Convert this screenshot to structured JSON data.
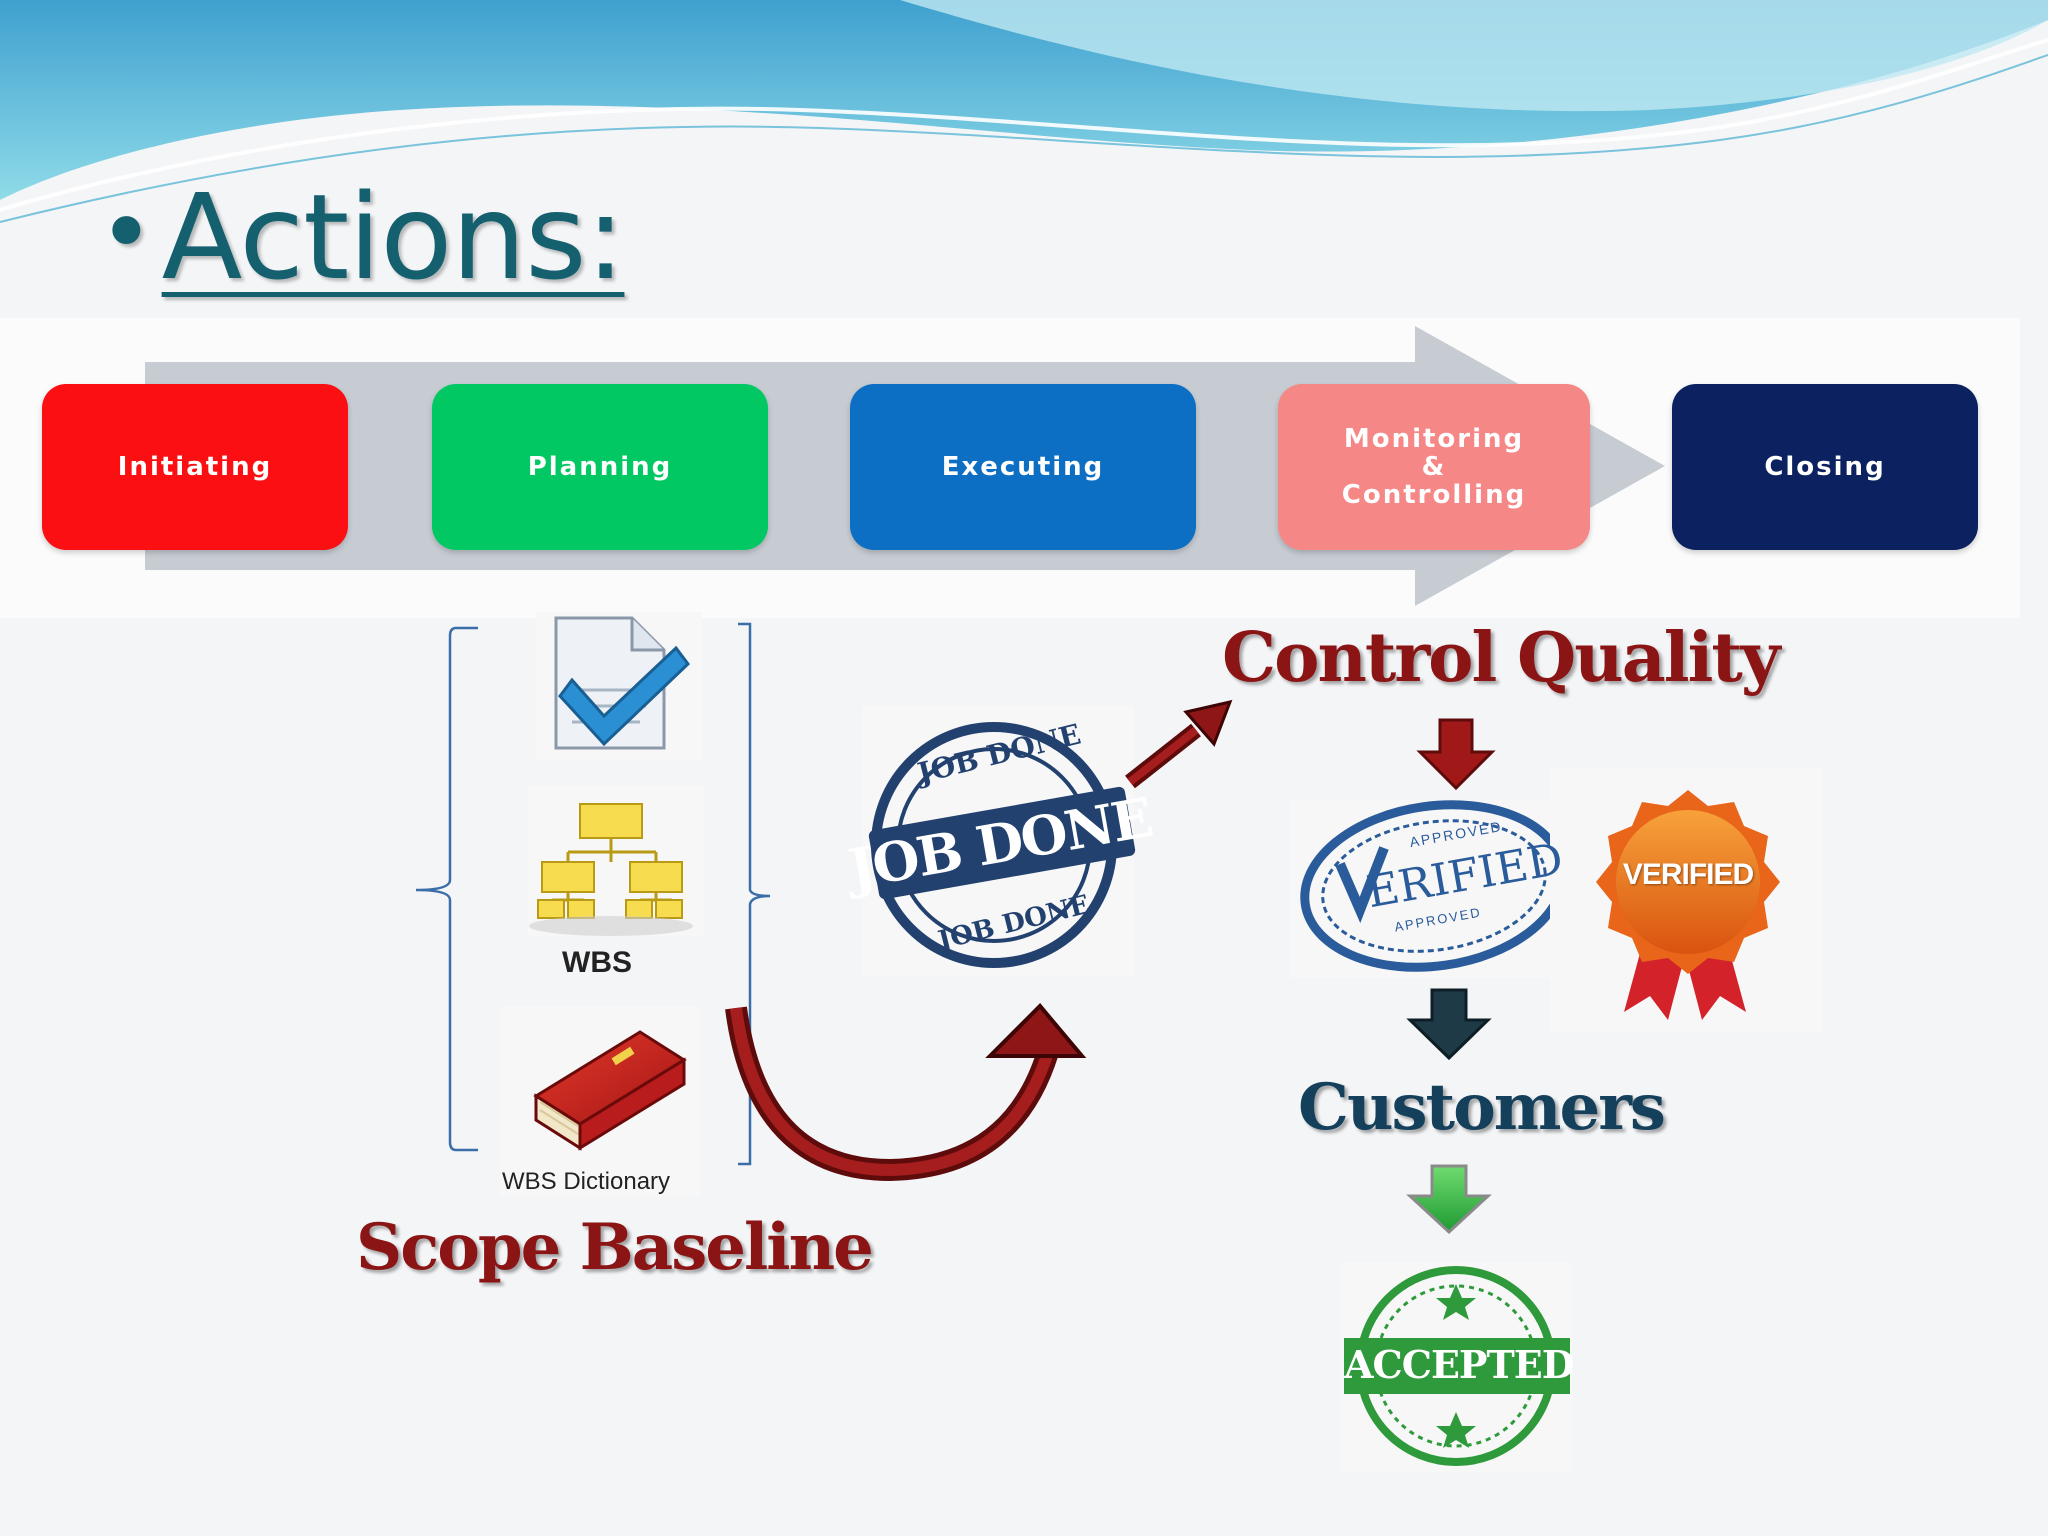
{
  "slide": {
    "bullet": "•",
    "title": "Actions:"
  },
  "process_phases": [
    {
      "line1": "Initiating",
      "line2": "",
      "line3": "",
      "color": "#fb0f12"
    },
    {
      "line1": "Planning",
      "line2": "",
      "line3": "",
      "color": "#02c863"
    },
    {
      "line1": "Executing",
      "line2": "",
      "line3": "",
      "color": "#0c6fc4"
    },
    {
      "line1": "Monitoring",
      "line2": "&",
      "line3": "Controlling",
      "color": "#f58786"
    },
    {
      "line1": "Closing",
      "line2": "",
      "line3": "",
      "color": "#0b2160"
    }
  ],
  "scope": {
    "wbs_caption": "WBS",
    "dictionary_caption": "WBS Dictionary",
    "label": "Scope Baseline"
  },
  "stamps": {
    "job_done_top": "JOB DONE",
    "job_done_center": "JOB DONE",
    "job_done_bottom": "JOB DONE",
    "verified_oval_top": "APPROVED",
    "verified_oval_main": "ERIFIED",
    "verified_oval_bottom": "APPROVED",
    "verified_badge": "VERIFIED",
    "accepted": "ACCEPTED"
  },
  "flow_labels": {
    "control_quality": "Control Quality",
    "customers": "Customers"
  },
  "colors": {
    "title": "#14606f",
    "dark_red": "#8b1515",
    "navy": "#14405c",
    "stamp_blue": "#23416f",
    "accepted_green": "#2e9a3b",
    "badge_orange": "#e8651a"
  }
}
